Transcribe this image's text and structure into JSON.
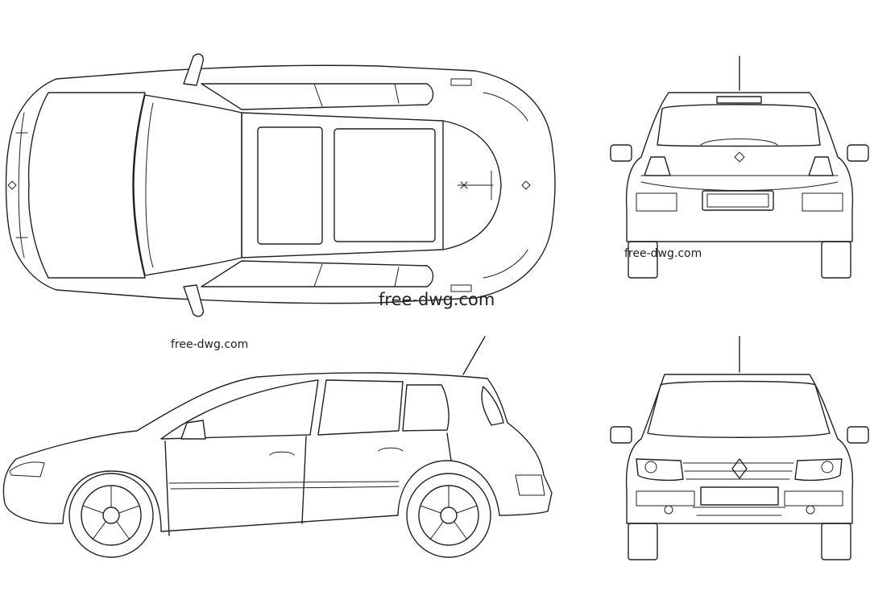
{
  "watermarks": {
    "top_center": "free-dwg.com",
    "rear_view": "free-dwg.com",
    "side_view": "free-dwg.com"
  },
  "colors": {
    "line": "#222222",
    "background": "#ffffff"
  },
  "views": [
    "top-view",
    "rear-view",
    "side-view",
    "front-view"
  ]
}
